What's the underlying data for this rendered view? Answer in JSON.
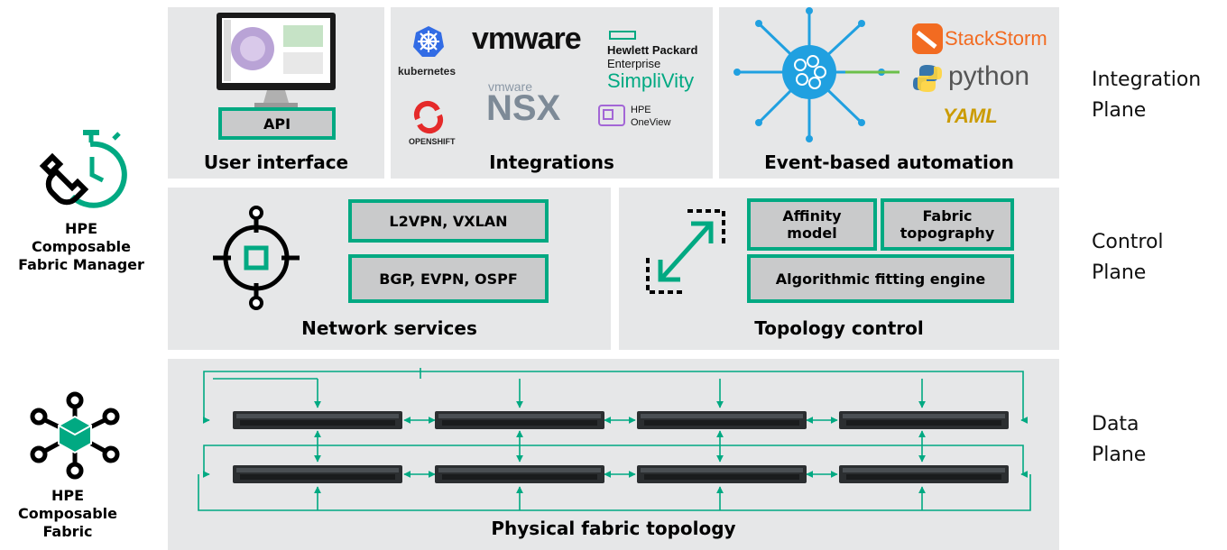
{
  "left": {
    "manager_label": [
      "HPE",
      "Composable",
      "Fabric Manager"
    ],
    "fabric_label": [
      "HPE",
      "Composable",
      "Fabric"
    ]
  },
  "integration": {
    "user_interface": {
      "title": "User interface",
      "api_label": "API"
    },
    "integrations": {
      "title": "Integrations",
      "logos": {
        "kubernetes": "kubernetes",
        "vmware": "vmware",
        "vmware_small": "vmware",
        "nsx": "NSX",
        "openshift": "OPENSHIFT",
        "hpe_line1": "Hewlett Packard",
        "hpe_line2": "Enterprise",
        "simplivity": "SimpliVity",
        "oneview_line1": "HPE",
        "oneview_line2": "OneView"
      }
    },
    "automation": {
      "title": "Event-based automation",
      "logos": {
        "stackstorm": "StackStorm",
        "python": "python",
        "yaml": "YAML"
      }
    }
  },
  "control": {
    "network_services": {
      "title": "Network services",
      "items": [
        "L2VPN, VXLAN",
        "BGP, EVPN, OSPF"
      ]
    },
    "topology_control": {
      "title": "Topology control",
      "affinity": [
        "Affinity",
        "model"
      ],
      "fabric_topo": [
        "Fabric",
        "topography"
      ],
      "engine": "Algorithmic fitting engine"
    }
  },
  "data": {
    "title": "Physical fabric topology"
  },
  "planes": {
    "integration": [
      "Integration",
      "Plane"
    ],
    "control": [
      "Control",
      "Plane"
    ],
    "data": [
      "Data",
      "Plane"
    ]
  },
  "colors": {
    "accent": "#01a982",
    "panel": "#e6e7e8",
    "box": "#c9cacb",
    "automation_blue": "#20a0e0",
    "stackstorm": "#f26b21",
    "openshift": "#e52a2a",
    "kubernetes": "#326ce5"
  }
}
